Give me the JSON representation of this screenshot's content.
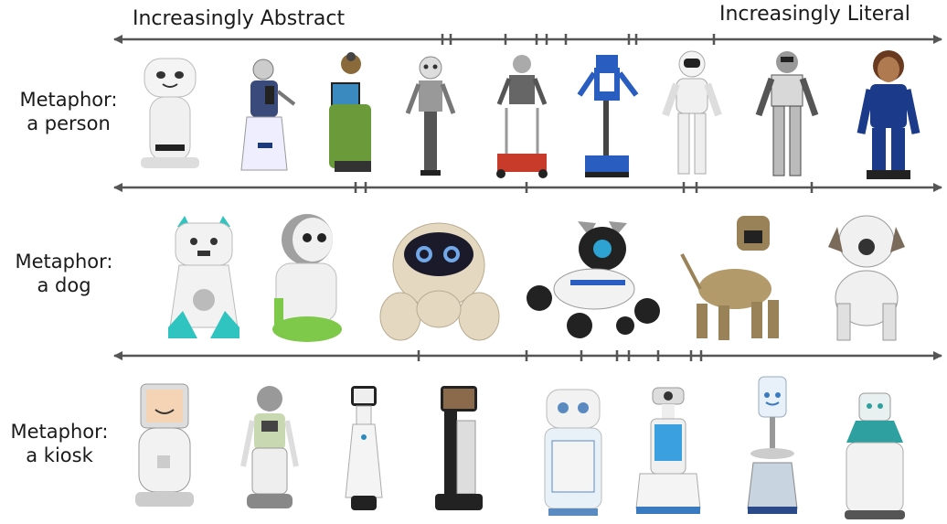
{
  "headers": {
    "left": "Increasingly Abstract",
    "right": "Increasingly Literal"
  },
  "rows": [
    {
      "label_line1": "Metaphor:",
      "label_line2": "a person"
    },
    {
      "label_line1": "Metaphor:",
      "label_line2": "a dog"
    },
    {
      "label_line1": "Metaphor:",
      "label_line2": "a kiosk"
    }
  ],
  "colors": {
    "axis": "#555555",
    "robot_white": "#f2f2f2",
    "robot_gray": "#8a8a8a",
    "accent_blue": "#2a5dc0",
    "accent_teal": "#2fc4c0",
    "accent_green": "#7ec84a",
    "accent_gold": "#9a8258",
    "accent_red": "#c83a2a",
    "dark": "#222222"
  }
}
